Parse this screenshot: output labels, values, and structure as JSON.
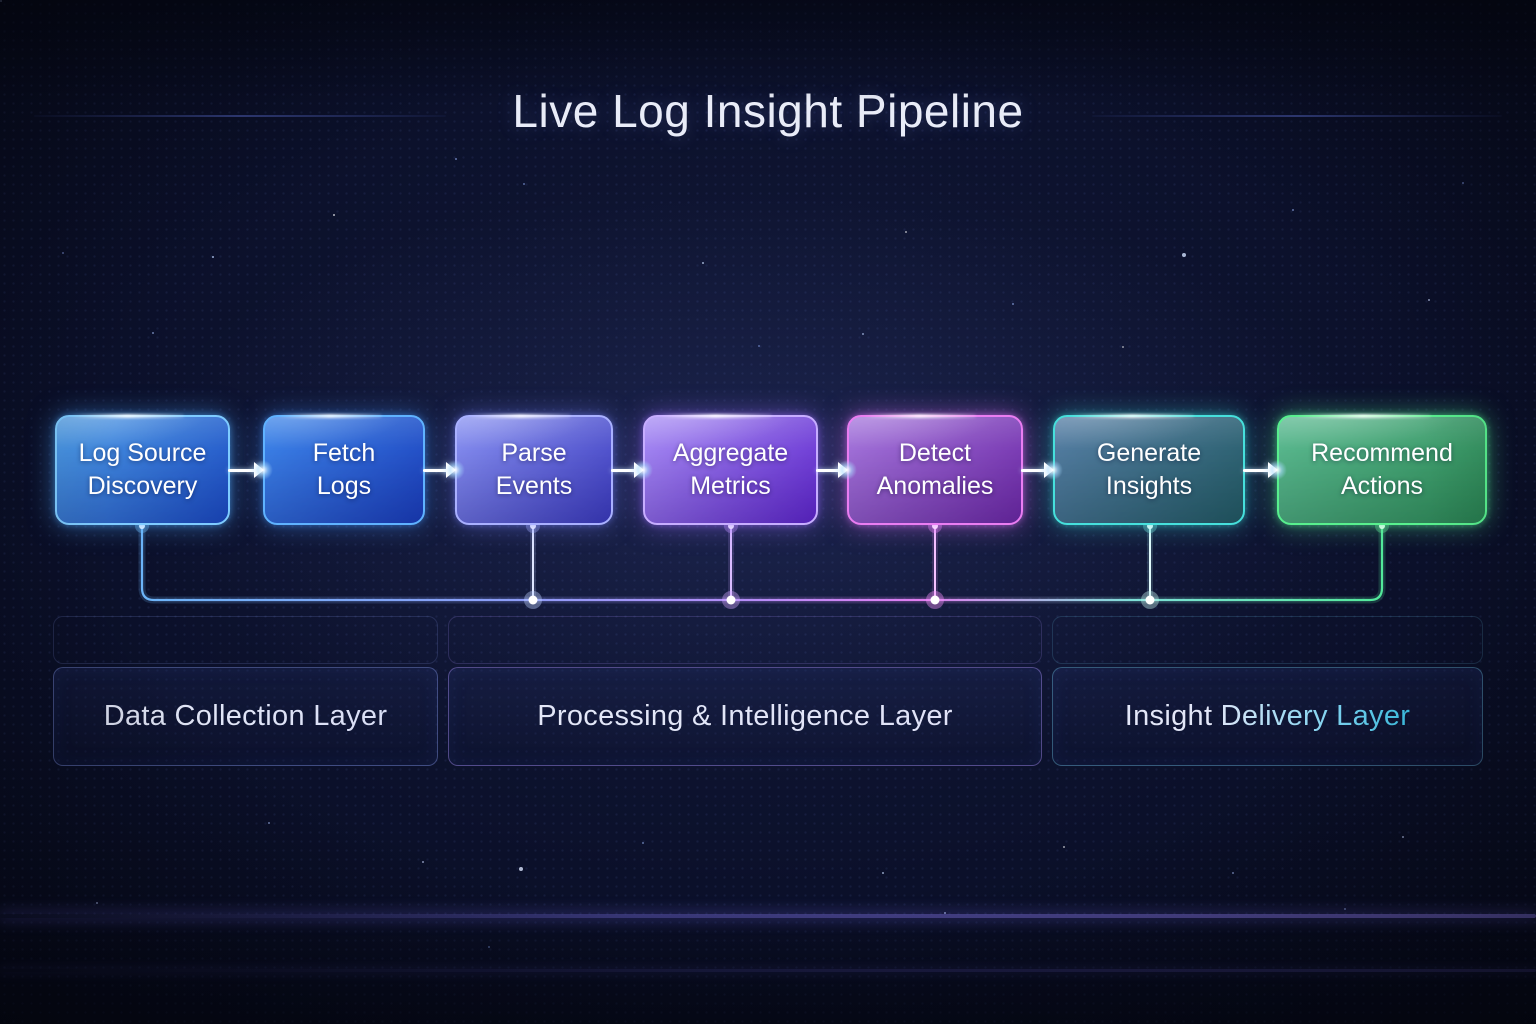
{
  "title": "Live Log Insight Pipeline",
  "pipeline": {
    "nodes": [
      {
        "id": "log-source-discovery",
        "label": "Log Source\nDiscovery",
        "colors": {
          "from": "#4f9fe8",
          "to": "#1b49c2",
          "border": "#7ecbff",
          "glow": "rgba(80,170,255,0.50)"
        }
      },
      {
        "id": "fetch-logs",
        "label": "Fetch\nLogs",
        "colors": {
          "from": "#3f87ea",
          "to": "#1a3cba",
          "border": "#5fb2ff",
          "glow": "rgba(70,150,255,0.45)"
        }
      },
      {
        "id": "parse-events",
        "label": "Parse\nEvents",
        "colors": {
          "from": "#8a93f2",
          "to": "#3b3abe",
          "border": "#a9b0ff",
          "glow": "rgba(120,130,255,0.45)"
        }
      },
      {
        "id": "aggregate-metrics",
        "label": "Aggregate\nMetrics",
        "colors": {
          "from": "#a98ff5",
          "to": "#5e25cc",
          "border": "#c7adff",
          "glow": "rgba(155,110,255,0.50)"
        }
      },
      {
        "id": "detect-anomalies",
        "label": "Detect\nAnomalies",
        "colors": {
          "from": "#a678dd",
          "to": "#6c28a6",
          "border": "#ea7df2",
          "glow": "rgba(225,115,255,0.50)"
        }
      },
      {
        "id": "generate-insights",
        "label": "Generate\nInsights",
        "colors": {
          "from": "#577fa6",
          "to": "#225a63",
          "border": "#46e0dc",
          "glow": "rgba(60,220,215,0.45)"
        }
      },
      {
        "id": "recommend-actions",
        "label": "Recommend\nActions",
        "colors": {
          "from": "#5cba92",
          "to": "#2c8b55",
          "border": "#58f08e",
          "glow": "rgba(85,240,150,0.50)"
        }
      }
    ]
  },
  "layers": [
    {
      "id": "data-collection",
      "label": "Data Collection Layer",
      "colors": {
        "border": "rgba(132,150,230,0.42)",
        "text": "#d9def5"
      }
    },
    {
      "id": "processing-intelligence",
      "label": "Processing & Intelligence Layer",
      "colors": {
        "border": "rgba(162,138,240,0.45)",
        "text": "#e0e2f8"
      }
    },
    {
      "id": "insight-delivery",
      "label": "Insight Delivery Layer",
      "colors": {
        "border": "rgba(108,192,226,0.40)",
        "text": "#3ec6ea"
      }
    }
  ]
}
